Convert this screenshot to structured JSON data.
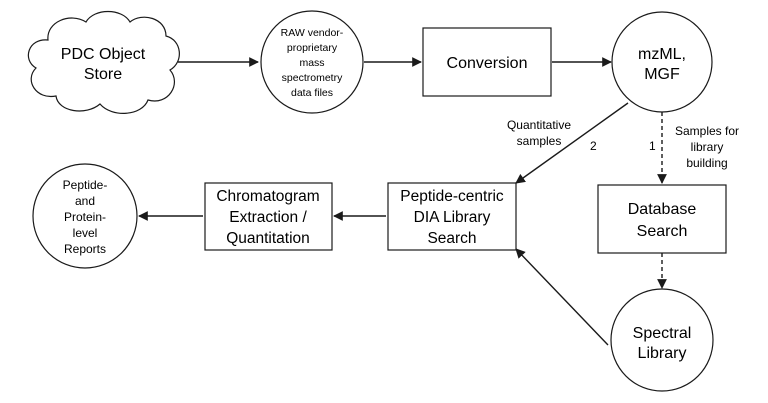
{
  "nodes": {
    "pdc_store": {
      "lines": [
        "PDC Object",
        "Store"
      ]
    },
    "raw_files": {
      "lines": [
        "RAW vendor-",
        "proprietary",
        "mass",
        "spectrometry",
        "data files"
      ]
    },
    "conversion": {
      "lines": [
        "Conversion"
      ]
    },
    "mzml_mgf": {
      "lines": [
        "mzML,",
        "MGF"
      ]
    },
    "database_search": {
      "lines": [
        "Database",
        "Search"
      ]
    },
    "spectral_library": {
      "lines": [
        "Spectral",
        "Library"
      ]
    },
    "dia_search": {
      "lines": [
        "Peptide-centric",
        "DIA Library",
        "Search"
      ]
    },
    "chromatogram": {
      "lines": [
        "Chromatogram",
        "Extraction /",
        "Quantitation"
      ]
    },
    "reports": {
      "lines": [
        "Peptide-",
        "and",
        "Protein-",
        "level",
        "Reports"
      ]
    }
  },
  "edge_labels": {
    "quant_label": {
      "lines": [
        "Quantitative",
        "samples"
      ]
    },
    "quant_number": "2",
    "library_label": {
      "lines": [
        "Samples for",
        "library",
        "building"
      ]
    },
    "library_number": "1"
  }
}
